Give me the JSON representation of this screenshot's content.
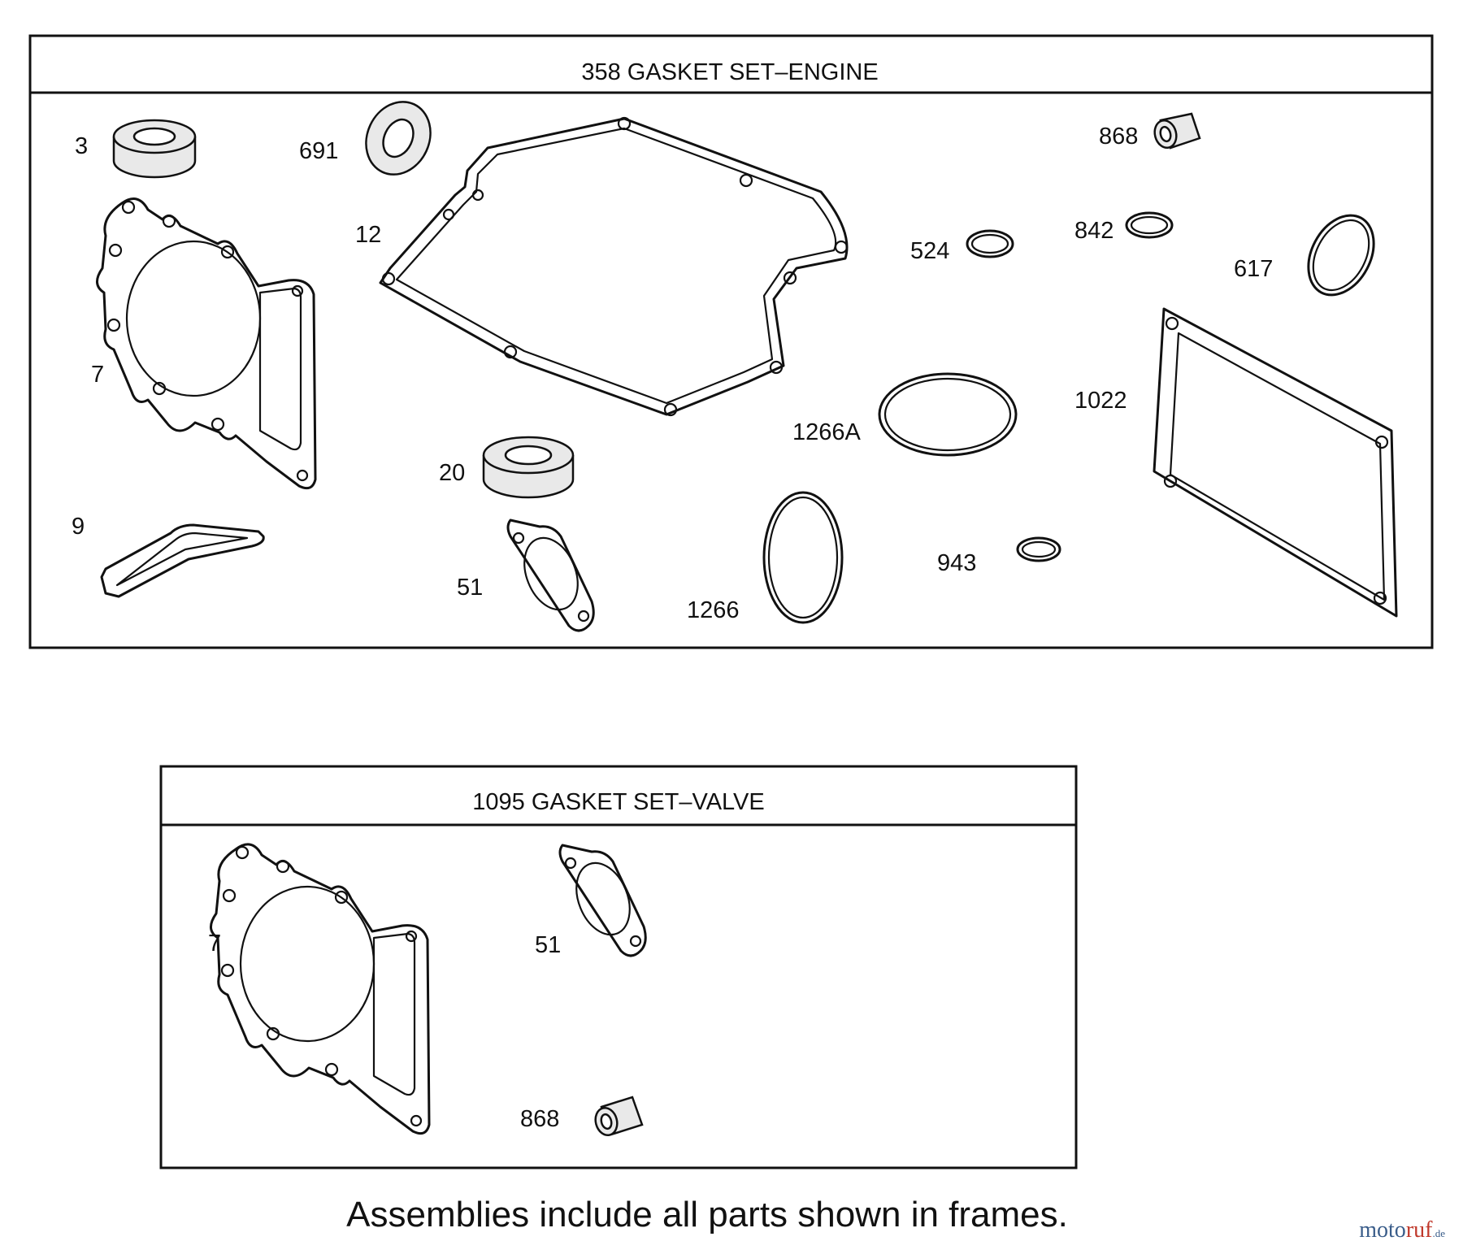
{
  "frames": {
    "engine": {
      "title": "358 GASKET SET–ENGINE",
      "labels": {
        "p3": "3",
        "p691": "691",
        "p12": "12",
        "p868": "868",
        "p524": "524",
        "p842": "842",
        "p617": "617",
        "p7": "7",
        "p1022": "1022",
        "p1266a": "1266A",
        "p20": "20",
        "p9": "9",
        "p51": "51",
        "p1266": "1266",
        "p943": "943"
      }
    },
    "valve": {
      "title": "1095 GASKET SET–VALVE",
      "labels": {
        "p7": "7",
        "p51": "51",
        "p868": "868"
      }
    }
  },
  "footer": "Assemblies include all parts shown in frames.",
  "watermark": {
    "part1": "moto",
    "part2": "ruf",
    "part3": ".de"
  }
}
